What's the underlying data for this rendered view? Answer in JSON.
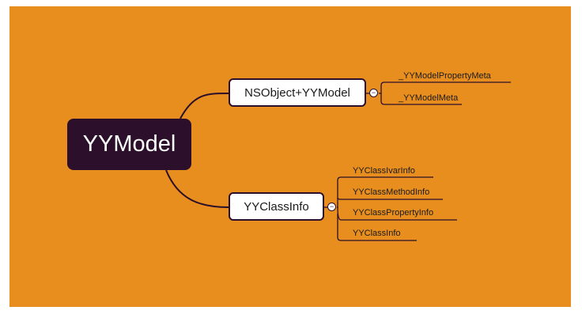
{
  "theme": {
    "background": "#e88e1e",
    "root_bg": "#2b0f2b",
    "line_color": "#2b0f2b"
  },
  "root": {
    "label": "YYModel"
  },
  "branches": [
    {
      "label": "NSObject+YYModel",
      "collapse_glyph": "−",
      "children": [
        "_YYModelPropertyMeta",
        "_YYModelMeta"
      ]
    },
    {
      "label": "YYClassInfo",
      "collapse_glyph": "−",
      "children": [
        "YYClassIvarInfo",
        "YYClassMethodInfo",
        "YYClassPropertyInfo",
        "YYClassInfo"
      ]
    }
  ]
}
